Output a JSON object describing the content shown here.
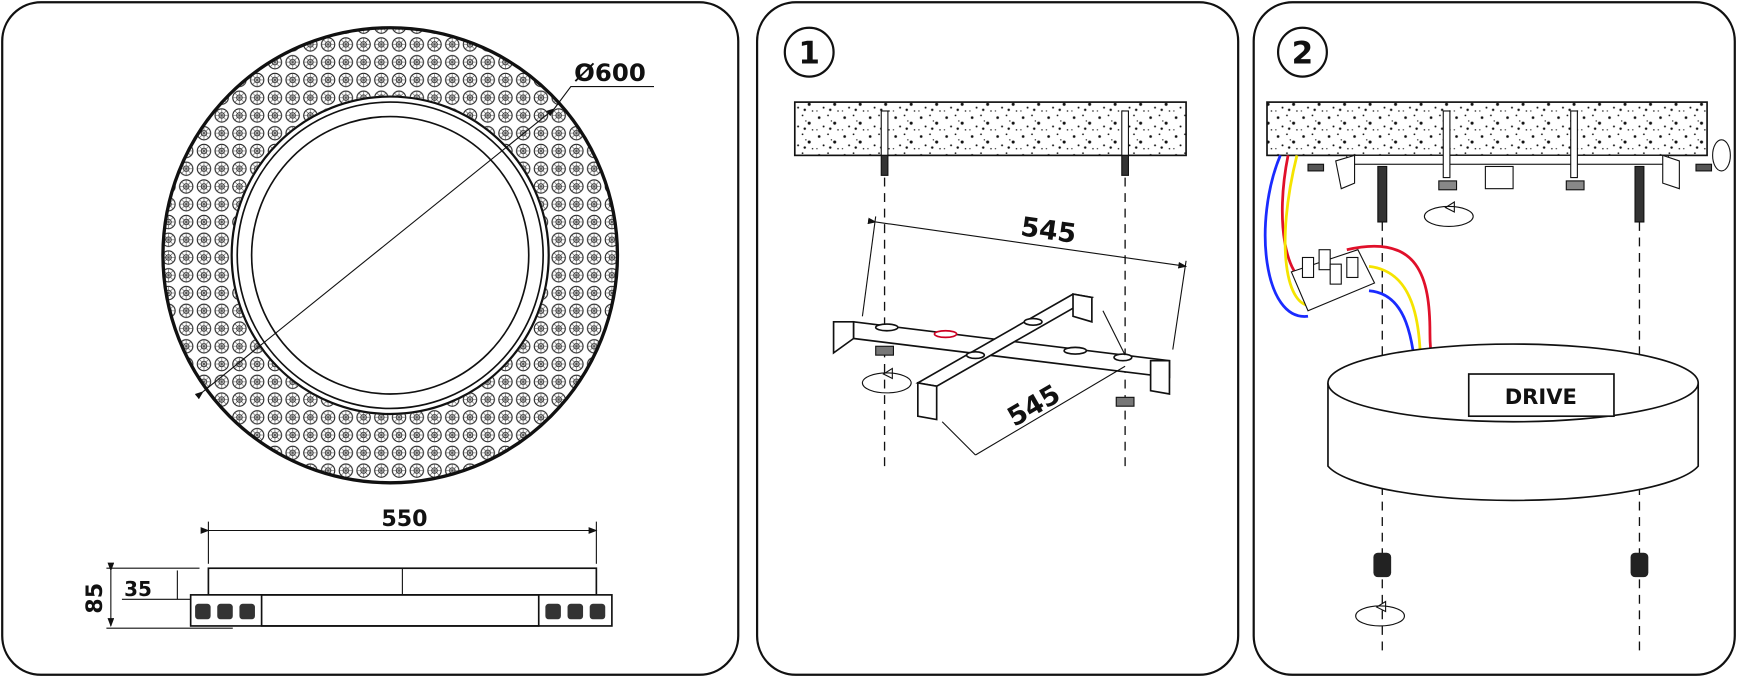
{
  "panel_overview": {
    "diameter_label": "Ø600",
    "width_label": "550",
    "height_label": "85",
    "body_height_label": "35"
  },
  "step1": {
    "step_number": "1",
    "dimension_a": "545",
    "dimension_b": "545"
  },
  "step2": {
    "step_number": "2",
    "driver_label": "DRIVE",
    "wire_colors": [
      "#1a2bff",
      "#e0102a",
      "#f5e400"
    ]
  }
}
